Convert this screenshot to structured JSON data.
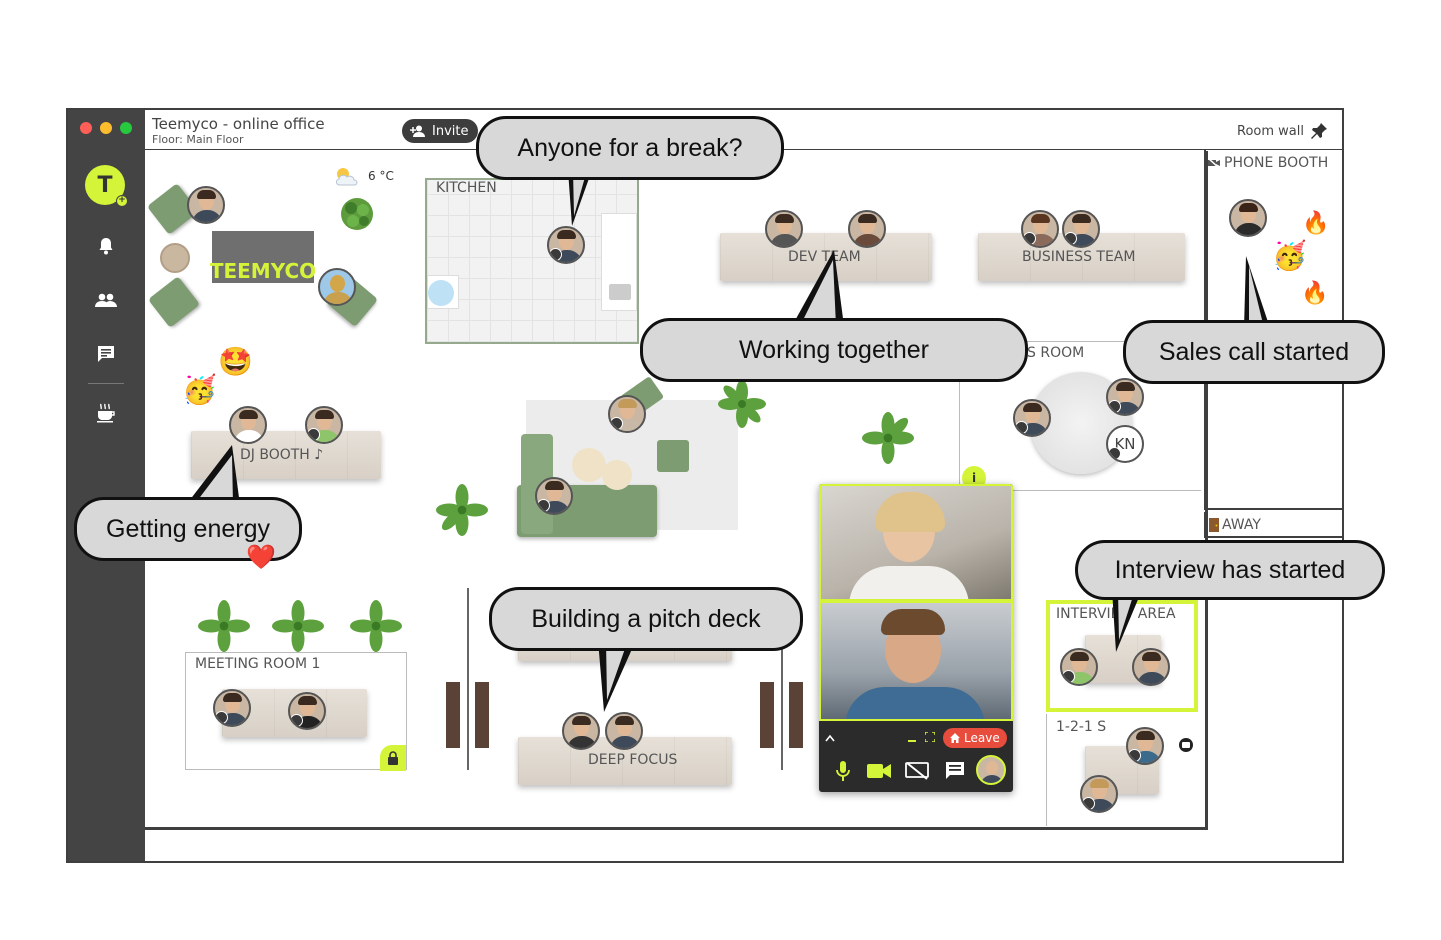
{
  "window": {
    "title": "Teemyco - online office",
    "floor": "Floor: Main Floor",
    "invite_label": "Invite",
    "room_wall_label": "Room wall",
    "logo_letter": "T"
  },
  "weather": {
    "temperature": "6 °C"
  },
  "brand_sign": "TEEMYCO",
  "rooms": {
    "kitchen": "KITCHEN",
    "dev_team": "DEV TEAM",
    "business_team": "BUSINESS TEAM",
    "s_room": "S ROOM",
    "phone_booth": "PHONE BOOTH",
    "dj_booth": "DJ BOOTH ♪",
    "meeting_room_1": "MEETING ROOM 1",
    "deep_focus": "DEEP FOCUS",
    "away": "AWAY",
    "interview_area": "INTERVIEW AREA",
    "one_to_one": "1-2-1 S"
  },
  "avatars": {
    "initials_kn": "KN"
  },
  "bubbles": {
    "break": "Anyone for a break?",
    "working": "Working together",
    "sales": "Sales call started",
    "energy": "Getting  energy",
    "pitch": "Building a pitch deck",
    "interview": "Interview has started"
  },
  "video": {
    "leave_label": "Leave"
  },
  "colors": {
    "accent": "#d4f43a",
    "sidebar": "#444444",
    "leave": "#e84c3d",
    "bubble_fill": "#d8d8d8"
  }
}
